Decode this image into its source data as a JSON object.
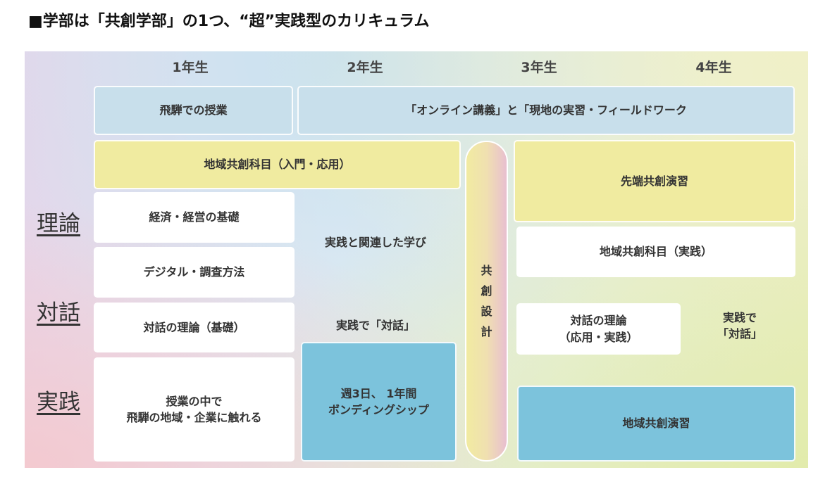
{
  "title": "■学部は「共創学部」の1つ、“超”実践型のカリキュラム",
  "years": [
    "1年生",
    "2年生",
    "3年生",
    "4年生"
  ],
  "side_labels": {
    "theory": "理論",
    "dialogue": "対話",
    "practice": "実践"
  },
  "row_top": {
    "hida": "飛騨での授業",
    "online": "「オンライン講義」と「現地の実習・フィールドワーク"
  },
  "intro": "地域共創科目（入門・応用）",
  "advanced": "先端共創演習",
  "applied": "地域共創科目（実践）",
  "economics": "経済・経営の基礎",
  "digital": "デジタル・調査方法",
  "dialogue_basic": "対話の理論（基礎）",
  "local": {
    "line1": "授業の中で",
    "line2": "飛騨の地域・企業に触れる"
  },
  "related": "実践と関連した学び",
  "dialogue_practice_y2": "実践で「対話」",
  "bonding": {
    "line1": "週3日、 1年間",
    "line2": "ボンディングシップ"
  },
  "pillar": [
    "共",
    "創",
    "設",
    "計"
  ],
  "dialogue_applied": {
    "line1": "対話の理論",
    "line2": "（応用・実践）"
  },
  "dialogue_practice_y4": {
    "line1": "実践で",
    "line2": "「対話」"
  },
  "regional_seminar": "地域共創演習"
}
